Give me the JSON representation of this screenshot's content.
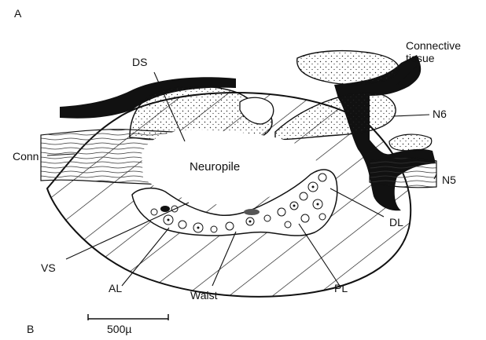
{
  "panel_labels": {
    "top": "A",
    "bottom": "B"
  },
  "labels": {
    "ds": "DS",
    "connective_tissue": "Connective\ntissue",
    "n6": "N6",
    "conn": "Conn",
    "neuropile": "Neuropile",
    "n5": "N5",
    "dl": "DL",
    "vs": "VS",
    "al": "AL",
    "waist": "Waist",
    "pl": "PL"
  },
  "scale_bar": {
    "label": "500µ"
  },
  "colors": {
    "ink": "#111111",
    "background": "#ffffff"
  }
}
